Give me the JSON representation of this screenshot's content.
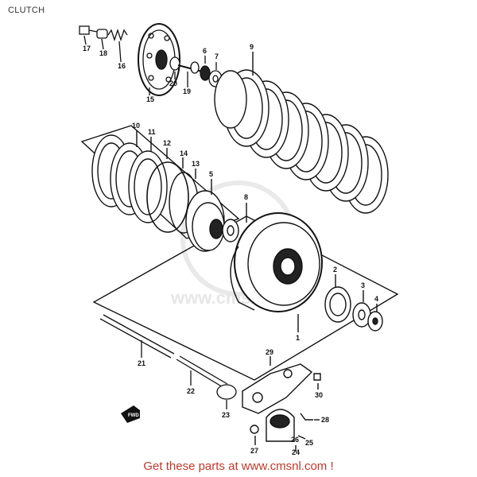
{
  "title": "CLUTCH",
  "footer": {
    "text": "Get these parts at www.cmsnl.com !",
    "color": "#c0392b"
  },
  "watermark": "www.cmsnl.com",
  "direction_label": "FWD",
  "parts": [
    {
      "no": "1"
    },
    {
      "no": "2"
    },
    {
      "no": "3"
    },
    {
      "no": "4"
    },
    {
      "no": "5"
    },
    {
      "no": "6"
    },
    {
      "no": "7"
    },
    {
      "no": "8"
    },
    {
      "no": "9"
    },
    {
      "no": "10"
    },
    {
      "no": "11"
    },
    {
      "no": "12"
    },
    {
      "no": "13"
    },
    {
      "no": "14"
    },
    {
      "no": "15"
    },
    {
      "no": "16"
    },
    {
      "no": "17"
    },
    {
      "no": "18"
    },
    {
      "no": "19"
    },
    {
      "no": "20"
    },
    {
      "no": "21"
    },
    {
      "no": "22"
    },
    {
      "no": "23"
    },
    {
      "no": "24"
    },
    {
      "no": "25"
    },
    {
      "no": "26"
    },
    {
      "no": "27"
    },
    {
      "no": "28"
    },
    {
      "no": "29"
    },
    {
      "no": "30"
    }
  ]
}
